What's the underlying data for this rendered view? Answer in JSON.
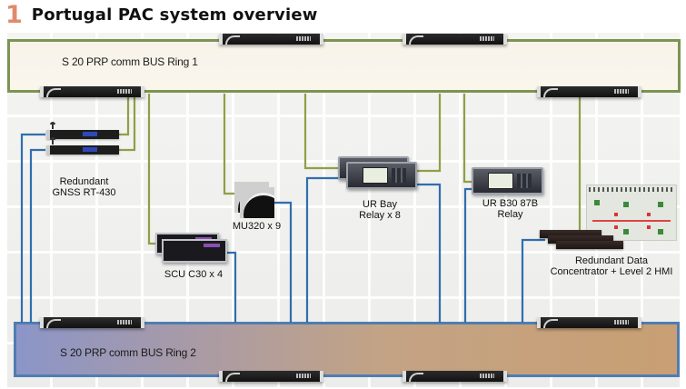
{
  "title": {
    "number": "1",
    "text": "Portugal PAC system overview"
  },
  "colors": {
    "ring1_border": "#7d9351",
    "ring2_border": "#4f7db1",
    "ring1_wire": "#8ea046",
    "ring2_wire": "#2f6fad",
    "title_number": "#e08a6c"
  },
  "rings": [
    {
      "id": "ring1",
      "label": "S 20 PRP comm BUS Ring 1"
    },
    {
      "id": "ring2",
      "label": "S 20 PRP comm BUS Ring 2"
    }
  ],
  "devices": [
    {
      "id": "gnss",
      "label_line1": "Redundant",
      "label_line2": "GNSS RT-430",
      "icon": "gnss-clock-icon"
    },
    {
      "id": "mu320",
      "label_line1": "MU320 x 9",
      "icon": "merging-unit-icon"
    },
    {
      "id": "scu",
      "label_line1": "SCU C30 x 4",
      "icon": "controller-icon"
    },
    {
      "id": "ur-bay",
      "label_line1": "UR Bay",
      "label_line2": "Relay x 8",
      "icon": "relay-icon"
    },
    {
      "id": "ur-b30",
      "label_line1": "UR B30 87B",
      "label_line2": "Relay",
      "icon": "relay-icon"
    },
    {
      "id": "dc-hmi",
      "label_line1": "Redundant Data",
      "label_line2": "Concentrator + Level 2 HMI",
      "icon": "hmi-screen-icon"
    }
  ],
  "switches": {
    "ring1_count": 4,
    "ring2_count": 4,
    "icon": "network-switch-icon"
  }
}
